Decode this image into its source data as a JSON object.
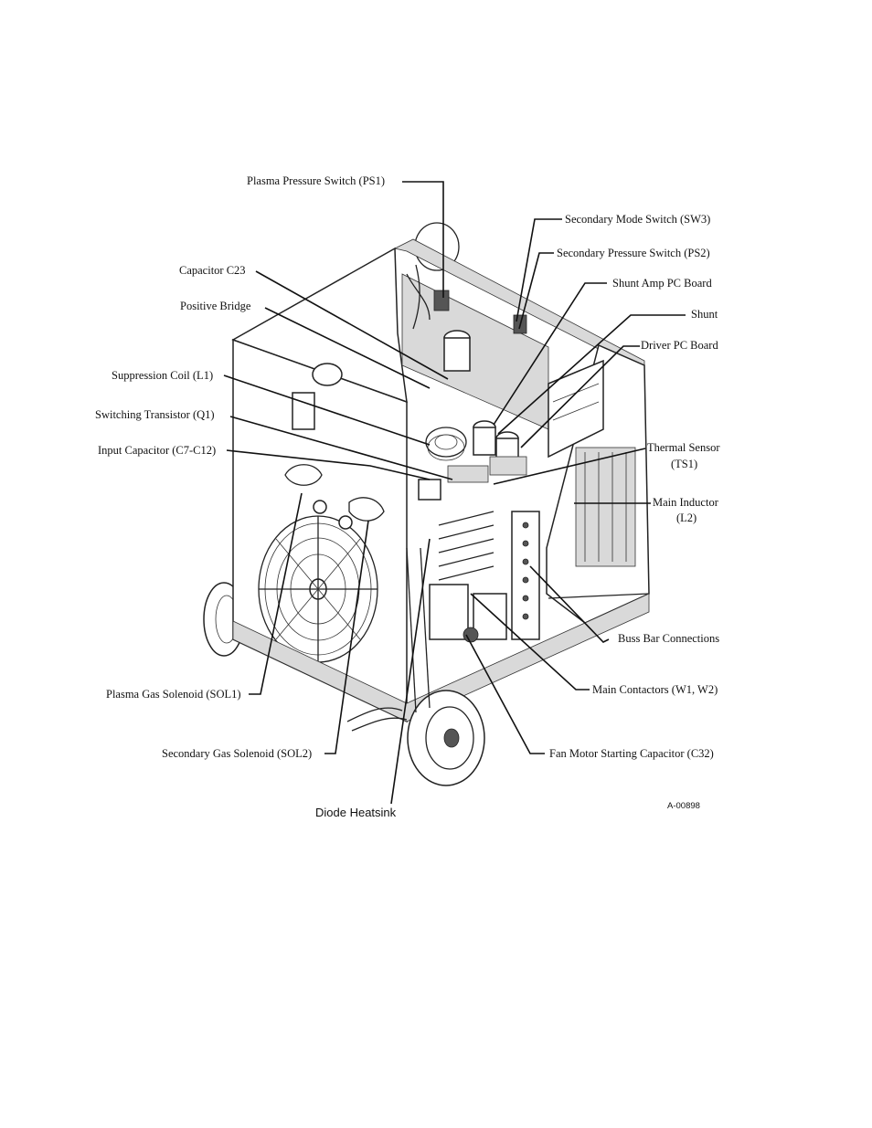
{
  "labels": {
    "plasma_pressure_switch": "Plasma Pressure Switch (PS1)",
    "secondary_mode_switch": "Secondary Mode Switch (SW3)",
    "secondary_pressure_switch": "Secondary Pressure Switch (PS2)",
    "capacitor_c23": "Capacitor C23",
    "shunt_amp_pc_board": "Shunt Amp PC Board",
    "positive_bridge": "Positive Bridge",
    "shunt": "Shunt",
    "driver_pc_board": "Driver PC Board",
    "suppression_coil": "Suppression Coil (L1)",
    "switching_transistor": "Switching Transistor (Q1)",
    "thermal_sensor_line1": "Thermal Sensor",
    "thermal_sensor_line2": "(TS1)",
    "input_capacitor": "Input Capacitor (C7-C12)",
    "main_inductor_line1": "Main Inductor",
    "main_inductor_line2": "(L2)",
    "buss_bar_connections": "Buss Bar Connections",
    "plasma_gas_solenoid": "Plasma Gas Solenoid (SOL1)",
    "main_contactors": "Main Contactors (W1, W2)",
    "secondary_gas_solenoid": "Secondary Gas Solenoid (SOL2)",
    "fan_motor_starting_capacitor": "Fan Motor Starting Capacitor (C32)",
    "diode_heatsink": "Diode Heatsink",
    "figure_code": "A-00898"
  }
}
